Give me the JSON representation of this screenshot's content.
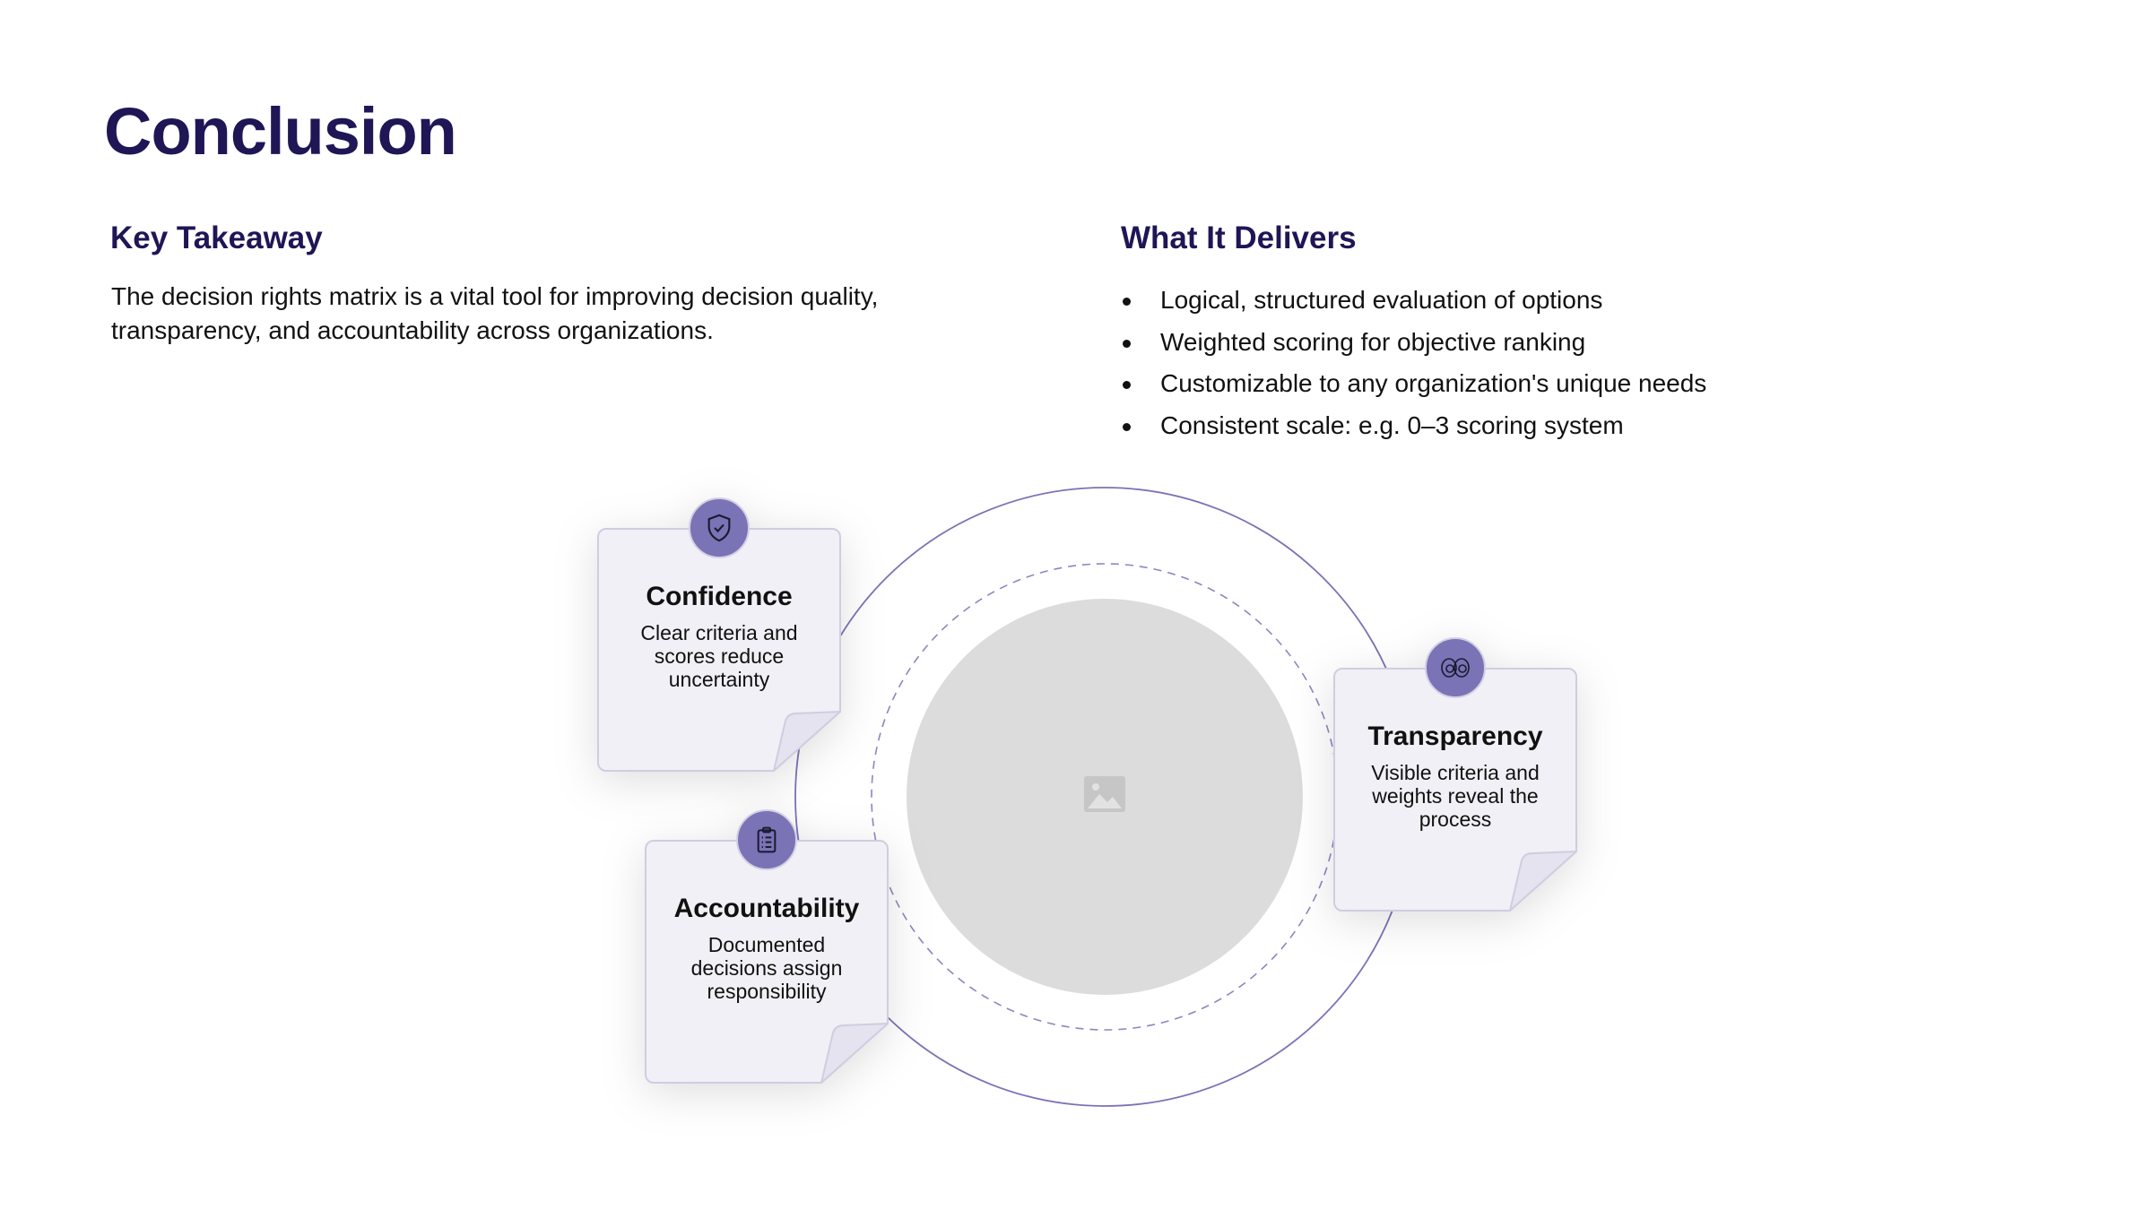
{
  "title": "Conclusion",
  "key_takeaway": {
    "heading": "Key Takeaway",
    "text": "The decision rights matrix is a vital tool for improving decision quality, transparency, and accountability across organizations."
  },
  "delivers": {
    "heading": "What It Delivers",
    "items": [
      "Logical, structured evaluation of options",
      "Weighted scoring for objective ranking",
      "Customizable to any organization's unique needs",
      "Consistent scale: e.g. 0–3 scoring system"
    ]
  },
  "cards": [
    {
      "icon": "shield-check-icon",
      "title": "Confidence",
      "desc": "Clear criteria and scores reduce uncertainty"
    },
    {
      "icon": "clipboard-list-icon",
      "title": "Accountability",
      "desc": "Documented decisions assign responsibility"
    },
    {
      "icon": "eyes-icon",
      "title": "Transparency",
      "desc": "Visible criteria and weights reveal the process"
    }
  ],
  "colors": {
    "accent": "#7a73b6",
    "heading": "#1f1656",
    "card": "#f0f0f6"
  }
}
